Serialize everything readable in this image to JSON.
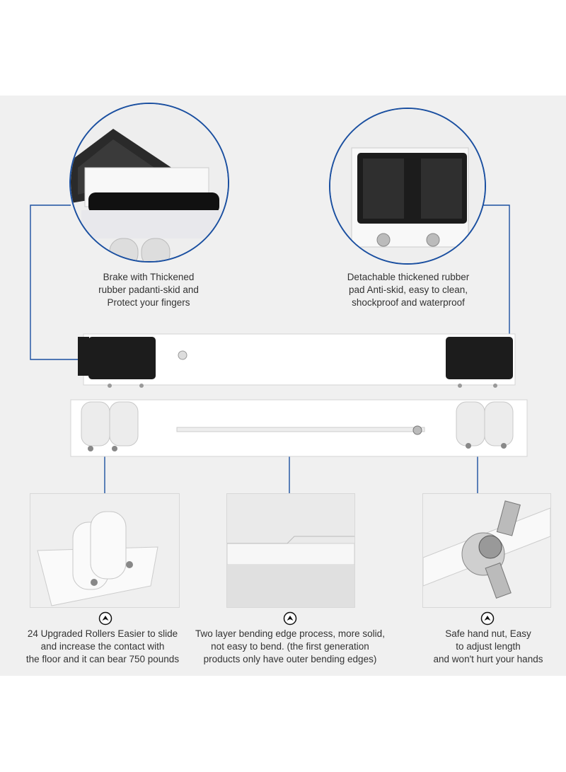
{
  "captions": {
    "brake": "Brake with Thickened\nrubber padanti-skid and\nProtect your fingers",
    "pad": "Detachable thickened rubber\npad Anti-skid, easy to clean,\nshockproof and waterproof",
    "rollers": "24 Upgraded Rollers Easier to slide\nand increase the contact with\nthe floor and it can bear 750 pounds",
    "bending": "Two layer bending edge process, more solid,\nnot easy to bend. (the first generation\nproducts only have outer bending edges)",
    "nut": "Safe hand nut, Easy\nto adjust length\nand won't hurt your hands"
  },
  "icons": {
    "marker": "up-arrow-circle-icon"
  },
  "colors": {
    "accent": "#1a4fa0",
    "dot": "#1e6fd9",
    "panel": "#f0f0f0",
    "rubber": "#1c1c1c"
  }
}
